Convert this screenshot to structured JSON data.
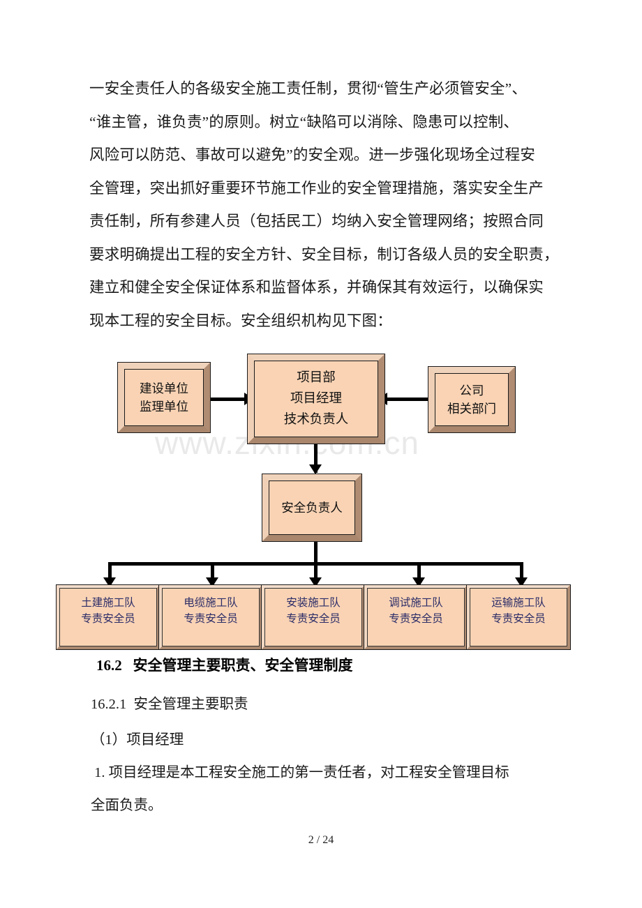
{
  "document": {
    "paragraph_lines": [
      "一安全责任人的各级安全施工责任制，贯彻“管生产必须管安全”、",
      "“谁主管，谁负责”的原则。树立“缺陷可以消除、隐患可以控制、",
      "风险可以防范、事故可以避免”的安全观。进一步强化现场全过程安",
      "全管理，突出抓好重要环节施工作业的安全管理措施，落实安全生产",
      "责任制，所有参建人员（包括民工）均纳入安全管理网络；按照合同",
      "要求明确提出工程的安全方针、安全目标，制订各级人员的安全职责，",
      "建立和健全安全保证体系和监督体系，并确保其有效运行，以确保实",
      "现本工程的安全目标。安全组织机构见下图："
    ],
    "watermark": "www.zixin.com.cn",
    "heading_2": "16.2   安全管理主要职责、安全管理制度",
    "heading_3": "16.2.1  安全管理主要职责",
    "item_1": "（1）项目经理",
    "item_1_body_line1": " 1. 项目经理是本工程安全施工的第一责任者，对工程安全管理目标",
    "item_1_body_line2": "全面负责。",
    "footer": "2 / 24"
  },
  "chart_data": {
    "type": "diagram",
    "title": "安全组织机构",
    "nodes": [
      {
        "id": "owner",
        "lines": [
          "建设单位",
          "监理单位"
        ]
      },
      {
        "id": "project",
        "lines": [
          "项目部",
          "项目经理",
          "技术负责人"
        ]
      },
      {
        "id": "company",
        "lines": [
          "公司",
          "相关部门"
        ]
      },
      {
        "id": "safety",
        "lines": [
          "安全负责人"
        ]
      },
      {
        "id": "team_civil",
        "lines": [
          "土建施工队",
          "专责安全员"
        ]
      },
      {
        "id": "team_cable",
        "lines": [
          "电缆施工队",
          "专责安全员"
        ]
      },
      {
        "id": "team_inst",
        "lines": [
          "安装施工队",
          "专责安全员"
        ]
      },
      {
        "id": "team_comm",
        "lines": [
          "调试施工队",
          "专责安全员"
        ]
      },
      {
        "id": "team_trans",
        "lines": [
          "运输施工队",
          "专责安全员"
        ]
      }
    ],
    "edges": [
      {
        "from": "owner",
        "to": "project",
        "style": "arrow-right"
      },
      {
        "from": "company",
        "to": "project",
        "style": "arrow-left"
      },
      {
        "from": "project",
        "to": "safety",
        "style": "arrow-down"
      },
      {
        "from": "safety",
        "to": "team_civil",
        "style": "bus-arrow-down"
      },
      {
        "from": "safety",
        "to": "team_cable",
        "style": "bus-arrow-down"
      },
      {
        "from": "safety",
        "to": "team_inst",
        "style": "bus-arrow-down"
      },
      {
        "from": "safety",
        "to": "team_comm",
        "style": "bus-arrow-down"
      },
      {
        "from": "safety",
        "to": "team_trans",
        "style": "bus-arrow-down"
      }
    ],
    "colors": {
      "node_fill": "#f9d3b4",
      "bevel_light": "#f1d8c3",
      "bevel_dark": "#ab8a70",
      "node_border": "#1a1a1a",
      "leaf_text": "#2c2c68",
      "node_text": "#111111",
      "connector": "#000000",
      "watermark": "#e9e9e9"
    }
  }
}
